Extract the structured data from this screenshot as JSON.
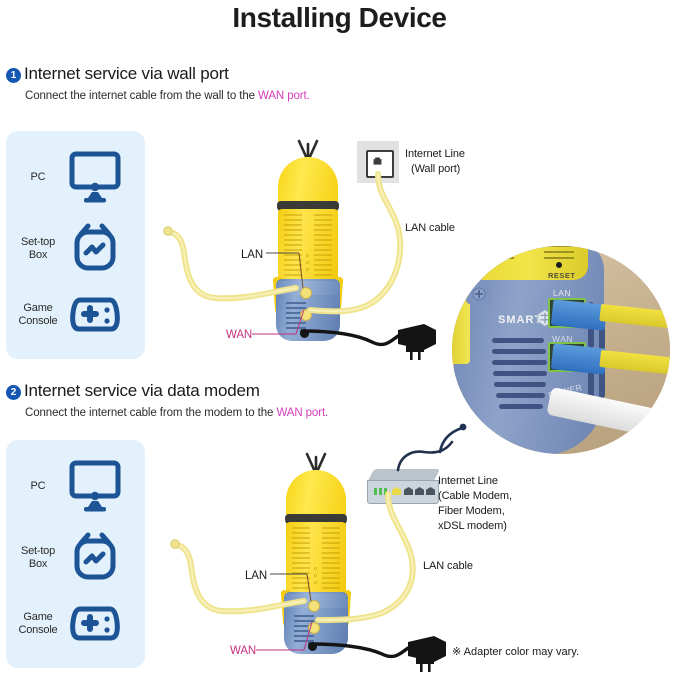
{
  "page": {
    "title": "Installing Device"
  },
  "colors": {
    "accent_blue": "#1458b4",
    "panel_bg": "#e2f1fb",
    "wan_pink": "#d63dbb",
    "wan_label": "#c2317f",
    "device_yellow": "#f4cd10",
    "device_blue": "#6e8cbd",
    "cable_yellow": "#f0e58a"
  },
  "sections": [
    {
      "number": "1",
      "heading": "Internet service via wall port",
      "subheading_before": "Connect the internet cable from the wall to the ",
      "subheading_accent": "WAN port.",
      "devices": [
        {
          "label": "PC",
          "icon": "monitor-icon"
        },
        {
          "label": "Set-top\nBox",
          "label_line1": "Set-top",
          "label_line2": "Box",
          "icon": "settopbox-icon"
        },
        {
          "label": "Game\nConsole",
          "label_line1": "Game",
          "label_line2": "Console",
          "icon": "gamepad-icon"
        }
      ],
      "router_labels": {
        "lan": "LAN",
        "wan": "WAN"
      },
      "source": {
        "title_line1": "Internet Line",
        "title_line2": "(Wall port)",
        "icon": "wall-port-icon"
      },
      "cable_label": "LAN cable"
    },
    {
      "number": "2",
      "heading": "Internet service via data modem",
      "subheading_before": "Connect the internet cable from the modem to the ",
      "subheading_accent": "WAN port.",
      "devices": [
        {
          "label": "PC",
          "icon": "monitor-icon"
        },
        {
          "label_line1": "Set-top",
          "label_line2": "Box",
          "icon": "settopbox-icon"
        },
        {
          "label_line1": "Game",
          "label_line2": "Console",
          "icon": "gamepad-icon"
        }
      ],
      "router_labels": {
        "lan": "LAN",
        "wan": "WAN"
      },
      "source": {
        "title_line1": "Internet Line",
        "title_line2": "(Cable Modem,",
        "title_line3": "Fiber Modem,",
        "title_line4": "xDSL modem)",
        "icon": "modem-icon"
      },
      "cable_label": "LAN cable"
    }
  ],
  "photo_inset": {
    "labels": {
      "reset": "RESET",
      "lan": "LAN",
      "wan": "WAN",
      "power": "POWER",
      "brand": "SMART"
    }
  },
  "footnote": "※ Adapter color may vary."
}
